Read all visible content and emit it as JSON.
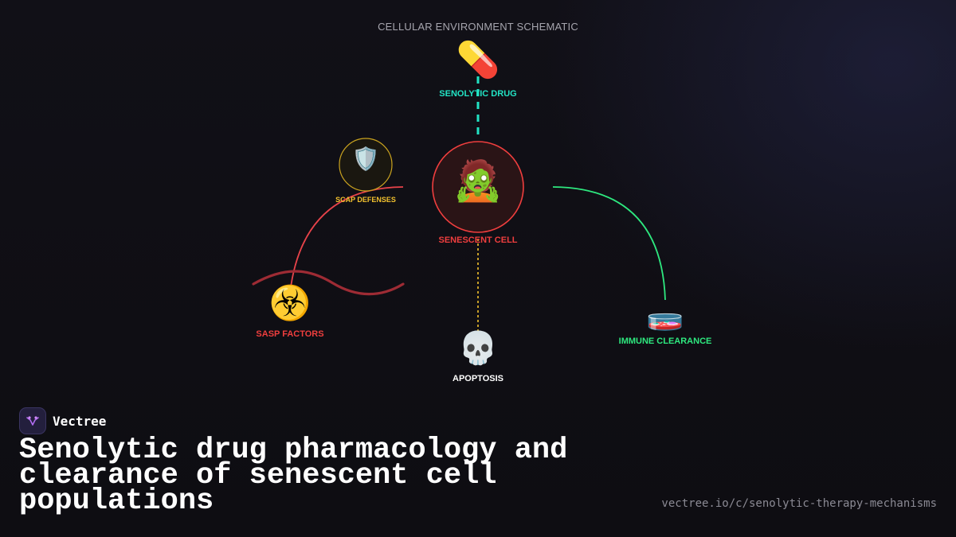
{
  "schematic": {
    "title": "CELLULAR ENVIRONMENT SCHEMATIC"
  },
  "nodes": {
    "drug": {
      "label": "SENOLYTIC DRUG",
      "emoji": "💊",
      "color": "#22e3c4"
    },
    "scap": {
      "label": "SCAP DEFENSES",
      "emoji": "🛡️",
      "color": "#f2c12e"
    },
    "cell": {
      "label": "SENESCENT CELL",
      "emoji": "🧟",
      "color": "#ef3e3e"
    },
    "sasp": {
      "label": "SASP FACTORS",
      "emoji": "☣️",
      "color": "#ef3e3e"
    },
    "apoptosis": {
      "label": "APOPTOSIS",
      "emoji": "💀",
      "color": "#ffffff"
    },
    "immune": {
      "label": "IMMUNE CLEARANCE",
      "emoji": "🧫",
      "color": "#2ee87f"
    }
  },
  "colors": {
    "background": "#0e0d12",
    "cell_fill": "#2a1416",
    "scap_ring": "#c9a21f",
    "apoptosis_link": "#f2c12e",
    "sasp_wave": "#9e2b34"
  },
  "brand": {
    "name": "Vectree",
    "logo_icon": "vectree-logo-icon"
  },
  "headline": "Senolytic drug pharmacology and clearance of senescent cell populations",
  "source_url": "vectree.io/c/senolytic-therapy-mechanisms"
}
